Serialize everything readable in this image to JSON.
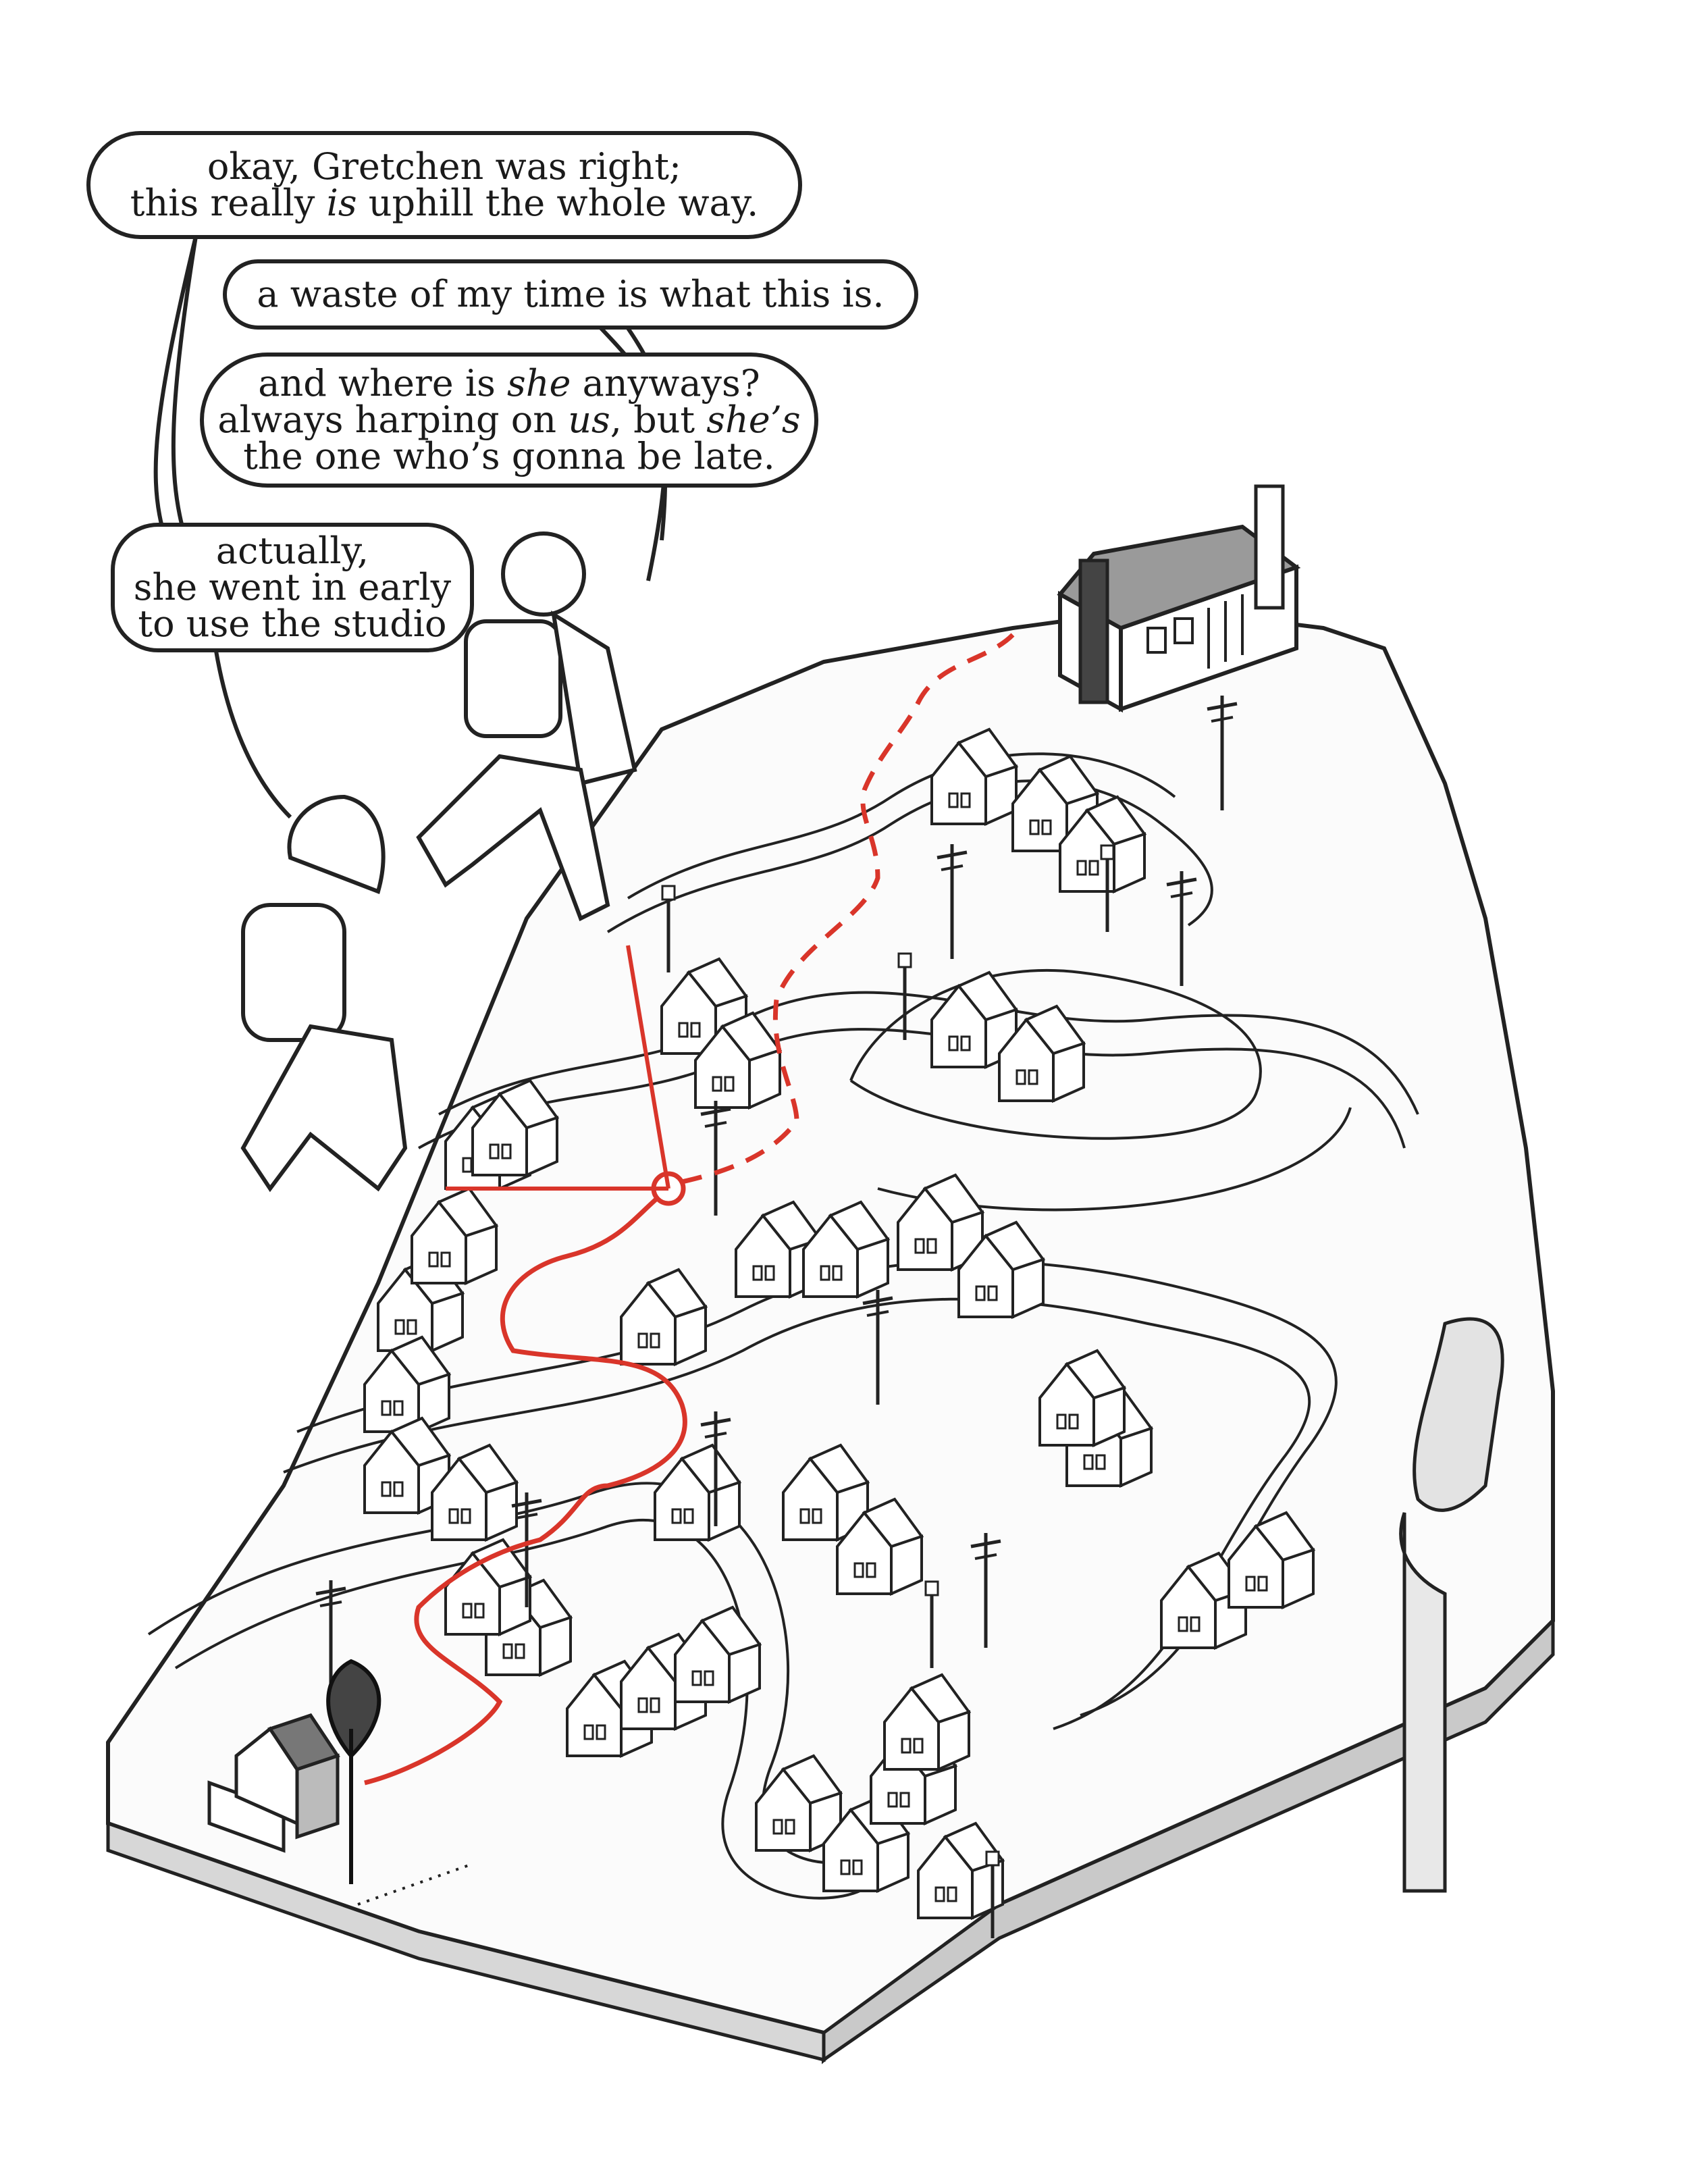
{
  "bubbles": {
    "gretchen_right": {
      "line1": "okay, Gretchen was right;",
      "line2_pre": "this really ",
      "line2_em": "is",
      "line2_post": " uphill the whole way."
    },
    "waste_of_time": {
      "line1": "a waste of my time is what this is."
    },
    "where_is_she": {
      "line1_pre": "and where is ",
      "line1_em": "she",
      "line1_post": " anyways?",
      "line2_pre": "always harping on ",
      "line2_em1": "us",
      "line2_mid": ", but ",
      "line2_em2": "she’s",
      "line3": "the one who’s gonna be late."
    },
    "went_early": {
      "line1": "actually,",
      "line2": "she went in early",
      "line3": "to use the studio"
    }
  },
  "colors": {
    "route": "#d9352a",
    "ink": "#222222",
    "ground_shade": "#cfcfcf"
  }
}
